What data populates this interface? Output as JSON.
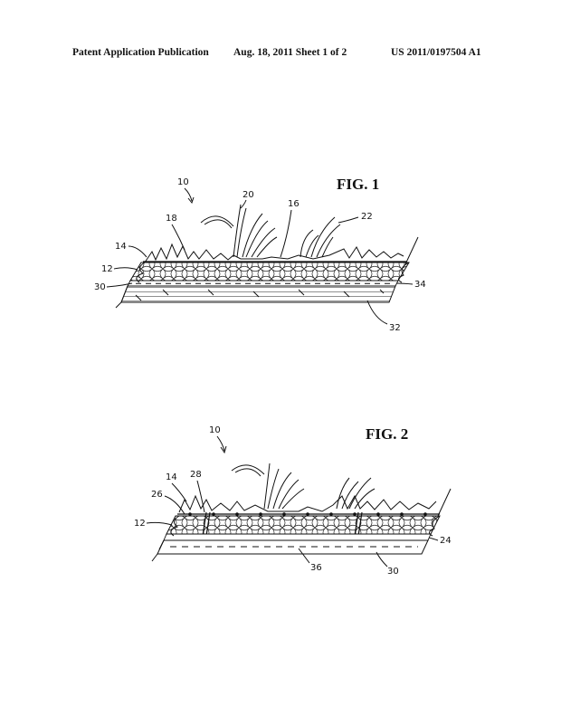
{
  "header": {
    "publication": "Patent Application Publication",
    "date_sheet": "Aug. 18, 2011  Sheet 1 of 2",
    "number": "US 2011/0197504 A1"
  },
  "fig1": {
    "title": "FIG. 1",
    "labels": {
      "l10": "10",
      "l20": "20",
      "l16": "16",
      "l18": "18",
      "l22": "22",
      "l14": "14",
      "l12": "12",
      "l30": "30",
      "l34": "34",
      "l32": "32"
    }
  },
  "fig2": {
    "title": "FIG. 2",
    "labels": {
      "l10": "10",
      "l14": "14",
      "l28": "28",
      "l26": "26",
      "l12": "12",
      "l24": "24",
      "l36": "36",
      "l30": "30"
    }
  }
}
